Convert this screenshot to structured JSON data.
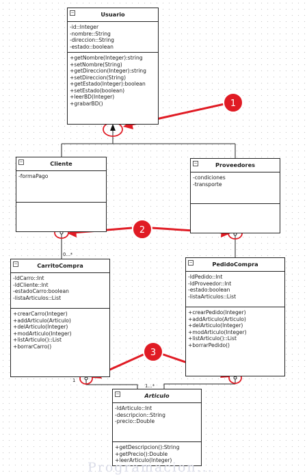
{
  "classes": {
    "usuario": {
      "name": "Usuario",
      "attributes": [
        "-id::Integer",
        "-nombre::String",
        "-direccion::String",
        "-estado::boolean"
      ],
      "operations": [
        "+getNombre(Integer):string",
        "+setNombre(String)",
        "+getDireccion(Integer):string",
        "+setDireccion(String)",
        "+getEstado(Integer):boolean",
        "+setEstado(boolean)",
        "+leerBD(Integer)",
        "+grabarBD()"
      ]
    },
    "cliente": {
      "name": "Cliente",
      "attributes": [
        "-formaPago"
      ],
      "operations": []
    },
    "proveedores": {
      "name": "Proveedores",
      "attributes": [
        "-condiciones",
        "-transporte"
      ],
      "operations": []
    },
    "carrito": {
      "name": "CarritoCompra",
      "attributes": [
        "-IdCarro::Int",
        "-IdCliente::Int",
        "-estadoCarro:boolean",
        "-listaArticulos::List"
      ],
      "operations": [
        "+crearCarro(Integer)",
        "+addArticulo(Articulo)",
        "+delArticulo(Integer)",
        "+modArticulo(Integer)",
        "+listArticulo()::List",
        "+borrarCarro()"
      ]
    },
    "pedido": {
      "name": "PedidoCompra",
      "attributes": [
        "-IdPedido::Int",
        "-IdProveedor::Int",
        "-estado:boolean",
        "-listaArticulos::List"
      ],
      "operations": [
        "+crearPedido(Integer)",
        "+addArticulo(Articulo)",
        "+delArticulo(Integer)",
        "+modArticulo(Integer)",
        "+listArticulo()::List",
        "+borrarPedido()"
      ]
    },
    "articulo": {
      "name": "Articulo",
      "attributes": [
        "-IdArticulo::Int",
        "-descripcion::String",
        "-precio::Double"
      ],
      "operations": [
        "+getDescripcion():String",
        "+getPrecio():Double",
        "+leerArticulo(Integer)"
      ]
    }
  },
  "collapse_glyph": "−",
  "multiplicities": {
    "cliente_carrito": "0...*",
    "carrito_articulo": "1",
    "articulo_pedido": "1...*"
  },
  "callouts": [
    "1",
    "2",
    "3"
  ],
  "colors": {
    "callout": "#e01b24",
    "callout_stroke": "#ffffff",
    "line": "#222222"
  },
  "watermark": "Programacion..."
}
